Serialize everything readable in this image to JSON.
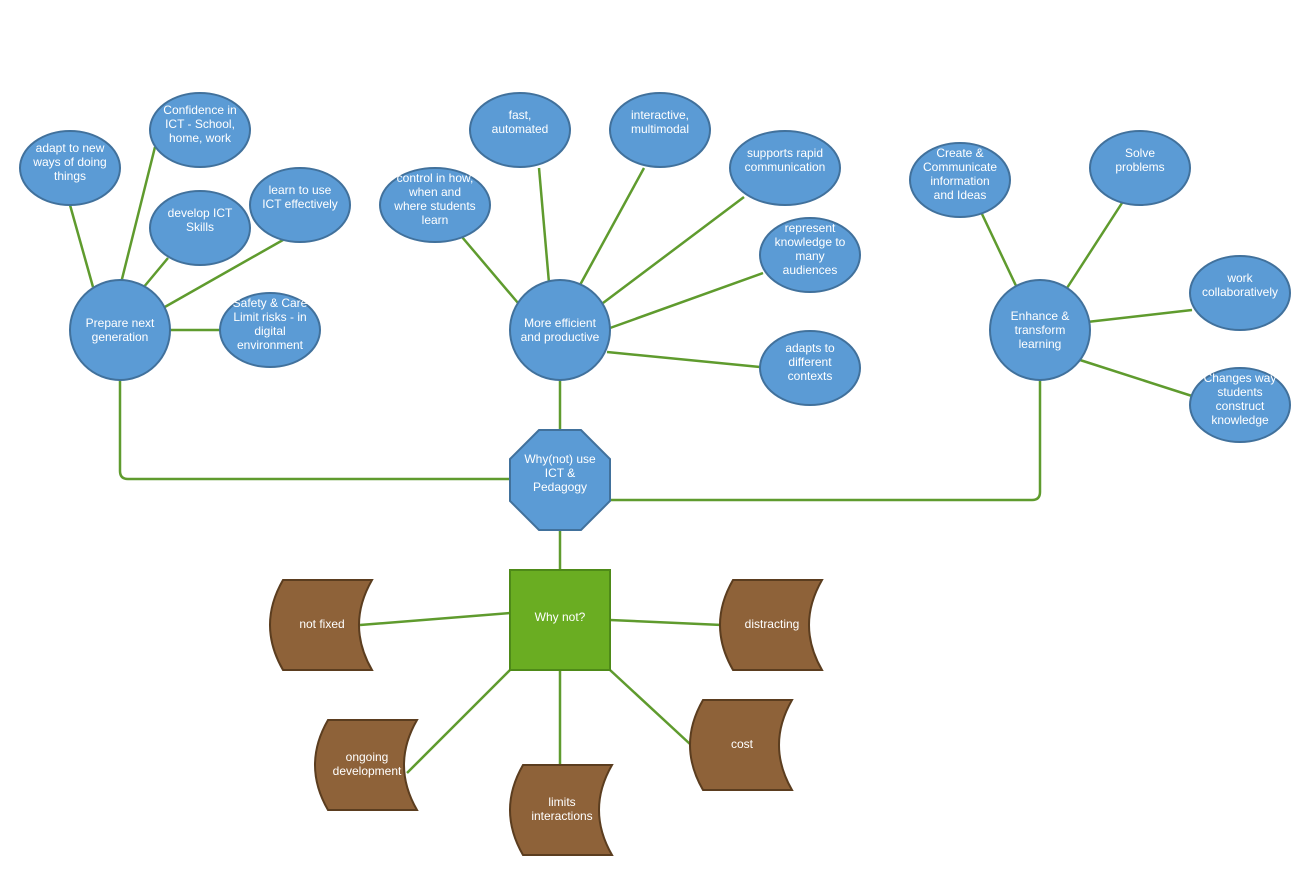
{
  "diagram": {
    "title": "Why(not) use ICT & Pedagogy",
    "colors": {
      "blue_fill": "#5b9bd5",
      "blue_stroke": "#41719c",
      "green_fill": "#6aad22",
      "brown_fill": "#8e6239",
      "connector": "#5f9b2e",
      "text": "#ffffff"
    },
    "root": {
      "id": "root",
      "shape": "octagon",
      "lines": [
        "Why(not) use",
        "ICT &",
        "Pedagogy"
      ]
    },
    "branches": [
      {
        "id": "prepare",
        "shape": "circle",
        "lines": [
          "Prepare next",
          "generation"
        ],
        "children": [
          {
            "id": "adapt-new",
            "lines": [
              "adapt to new",
              "ways of doing",
              "things"
            ]
          },
          {
            "id": "confidence",
            "lines": [
              "Confidence in",
              "ICT - School,",
              "home, work"
            ]
          },
          {
            "id": "develop-ict",
            "lines": [
              "develop ICT",
              "Skills"
            ]
          },
          {
            "id": "learn-ict",
            "lines": [
              "learn to use",
              "ICT effectively"
            ]
          },
          {
            "id": "safety",
            "lines": [
              "Safety & Care",
              "Limit risks - in",
              "digital",
              "environment"
            ]
          }
        ]
      },
      {
        "id": "efficient",
        "shape": "circle",
        "lines": [
          "More efficient",
          "and productive"
        ],
        "children": [
          {
            "id": "control",
            "lines": [
              "control in how,",
              "when and",
              "where  students",
              "learn"
            ]
          },
          {
            "id": "fast",
            "lines": [
              "fast,",
              "automated"
            ]
          },
          {
            "id": "interactive",
            "lines": [
              "interactive,",
              "multimodal"
            ]
          },
          {
            "id": "rapid-comm",
            "lines": [
              "supports rapid",
              "communication"
            ]
          },
          {
            "id": "represent",
            "lines": [
              "represent",
              "knowledge to",
              "many",
              "audiences"
            ]
          },
          {
            "id": "adapts-contexts",
            "lines": [
              "adapts to",
              "different",
              "contexts"
            ]
          }
        ]
      },
      {
        "id": "enhance",
        "shape": "circle",
        "lines": [
          "Enhance &",
          "transform",
          "learning"
        ],
        "children": [
          {
            "id": "create",
            "lines": [
              "Create &",
              "Communicate",
              "information",
              "and Ideas"
            ]
          },
          {
            "id": "solve",
            "lines": [
              "Solve",
              "problems"
            ]
          },
          {
            "id": "collab",
            "lines": [
              "work",
              "collaboratively"
            ]
          },
          {
            "id": "changes",
            "lines": [
              "Changes way",
              "students",
              "construct",
              "knowledge"
            ]
          }
        ]
      },
      {
        "id": "whynot",
        "shape": "square",
        "lines": [
          "Why not?"
        ],
        "children": [
          {
            "id": "not-fixed",
            "lines": [
              "not fixed"
            ]
          },
          {
            "id": "distracting",
            "lines": [
              "distracting"
            ]
          },
          {
            "id": "ongoing",
            "lines": [
              "ongoing",
              "development"
            ]
          },
          {
            "id": "limits",
            "lines": [
              "limits",
              "interactions"
            ]
          },
          {
            "id": "cost",
            "lines": [
              "cost"
            ]
          }
        ]
      }
    ]
  }
}
